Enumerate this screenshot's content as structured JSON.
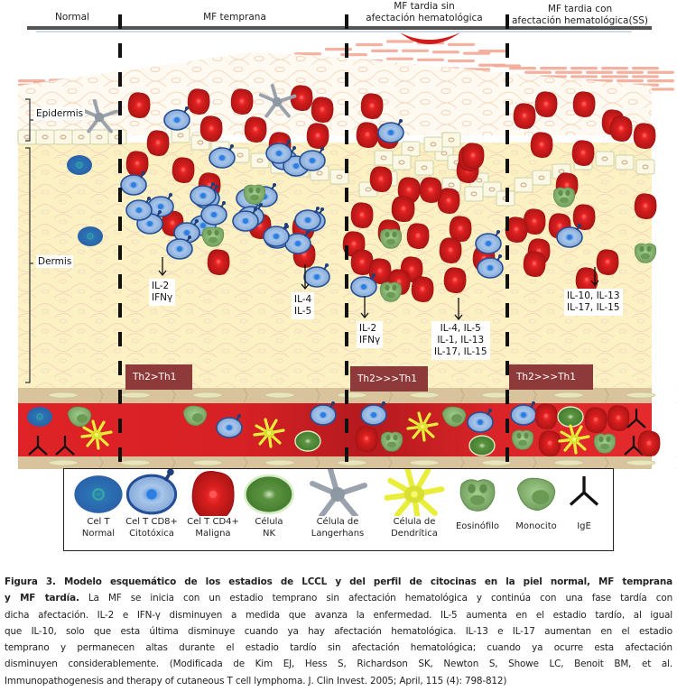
{
  "stages": [
    {
      "id": "normal",
      "label": "Normal"
    },
    {
      "id": "early",
      "label": "MF temprana"
    },
    {
      "id": "late_no_heme",
      "label_line1": "MF tardia sin",
      "label_line2": "afectación hematológica"
    },
    {
      "id": "late_heme",
      "label_line1": "MF tardia con",
      "label_line2": "afectación hematológica(SS)"
    }
  ],
  "layers": {
    "epidermis": "Epidermis",
    "dermis": "Dermis"
  },
  "cytokines": {
    "early_cd8": {
      "line1": "IL-2",
      "line2": "IFNγ"
    },
    "early_cd4": {
      "line1": "IL-4",
      "line2": "IL-5"
    },
    "late_cd8": {
      "line1": "IL-2",
      "line2": "IFNγ"
    },
    "late_cd4": {
      "line1": "IL-4, IL-5",
      "line2": "IL-1, IL-13",
      "line3": "IL-17, IL-15"
    },
    "ss_cd4": {
      "line1": "IL-10, IL-13",
      "line2": "IL-17, IL-15"
    }
  },
  "th_badges": {
    "early": "Th2>Th1",
    "late": "Th2>>>Th1",
    "ss": "Th2>>>Th1"
  },
  "legend": [
    {
      "icon": "normal-t-cell-icon",
      "line1": "Cel T",
      "line2": "Normal"
    },
    {
      "icon": "cd8-cytotoxic-t-cell-icon",
      "line1": "Cel T CD8+",
      "line2": "Citotóxica"
    },
    {
      "icon": "cd4-malignant-t-cell-icon",
      "line1": "Cel T CD4+",
      "line2": "Maligna"
    },
    {
      "icon": "nk-cell-icon",
      "line1": "Célula",
      "line2": "NK"
    },
    {
      "icon": "langerhans-cell-icon",
      "line1": "Célula de",
      "line2": "Langerhans"
    },
    {
      "icon": "dendritic-cell-icon",
      "line1": "Célula de",
      "line2": "Dendrítica"
    },
    {
      "icon": "eosinophil-icon",
      "line1": "Eosinófilo",
      "line2": ""
    },
    {
      "icon": "monocyte-icon",
      "line1": "Monocito",
      "line2": ""
    },
    {
      "icon": "ige-icon",
      "line1": "IgE",
      "line2": ""
    }
  ],
  "colors": {
    "malignant_red": "#c81e1e",
    "cd8_blue": "#8fb3de",
    "normal_t_blue": "#2f69b0",
    "green_cell": "#78a865",
    "dendritic_yellow": "#e4ea3a",
    "badge": "#8f3a3a",
    "blood": "#d9252a",
    "dermis": "#fbf2c6"
  },
  "caption": {
    "bold_title": "Figura 3. Modelo esquemático de los estadios de LCCL y del perfil de citocinas en la piel normal, MF temprana y MF tardía.",
    "lines": [
      "Figura 3. Modelo esquemático de los estadios de LCCL y del perfil de citocinas en la piel normal, MF temprana",
      "y MF tardía.",
      " La MF se inicia con un estadio temprano sin afectación hematológica y continúa con una fase tardía con",
      "dicha afectación. IL-2 e IFN-γ disminuyen a medida que avanza la enfermedad. IL-5 aumenta en el estadio tardío, al igual",
      "que IL-10, solo que esta última disminuye cuando ya hay afectación hematológica. IL-13 e IL-17 aumentan en el estadio",
      "temprano y permanecen altas durante el estadio tardío sin afectación hematológica; cuando ya ocurre esta afectación",
      "disminuyen considerablemente. (Modificada de Kim EJ, Hess S, Richardson SK, Newton S, Showe LC, Benoit BM, et al.",
      "Immunopathogenesis and therapy of cutaneous T cell lymphoma. J. Clin Invest. 2005; April, 115 (4): 798-812)"
    ]
  }
}
